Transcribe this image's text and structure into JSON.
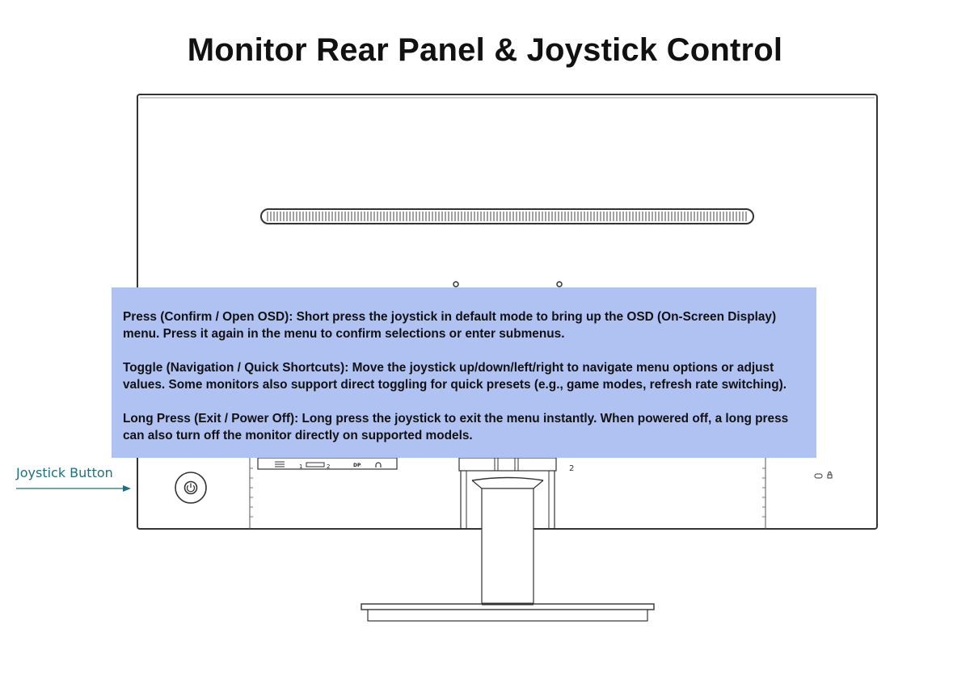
{
  "title": "Monitor Rear Panel & Joystick Control",
  "info": {
    "press": "Press (Confirm / Open OSD): Short press the joystick in default mode to bring up the OSD (On-Screen Display) menu. Press it again in the menu to confirm selections or enter submenus.",
    "toggle": "Toggle (Navigation / Quick Shortcuts): Move the joystick up/down/left/right to navigate menu options or adjust values. Some monitors also support direct toggling for quick presets (e.g., game modes, refresh rate switching).",
    "long_press": "Long Press (Exit / Power Off): Long press the joystick to exit the menu instantly. When powered off, a long press can also turn off the monitor directly on supported models."
  },
  "callout": {
    "label": "Joystick Button",
    "color": "#1e6f80"
  },
  "ports": {
    "port1": "1",
    "port2": "2",
    "dp": "DP"
  },
  "colors": {
    "info_box": "#b0c2f2",
    "line": "#333333"
  },
  "icons": {
    "joystick": "power-icon",
    "headphone": "headphone-icon",
    "lock": "kensington-lock-icon"
  }
}
